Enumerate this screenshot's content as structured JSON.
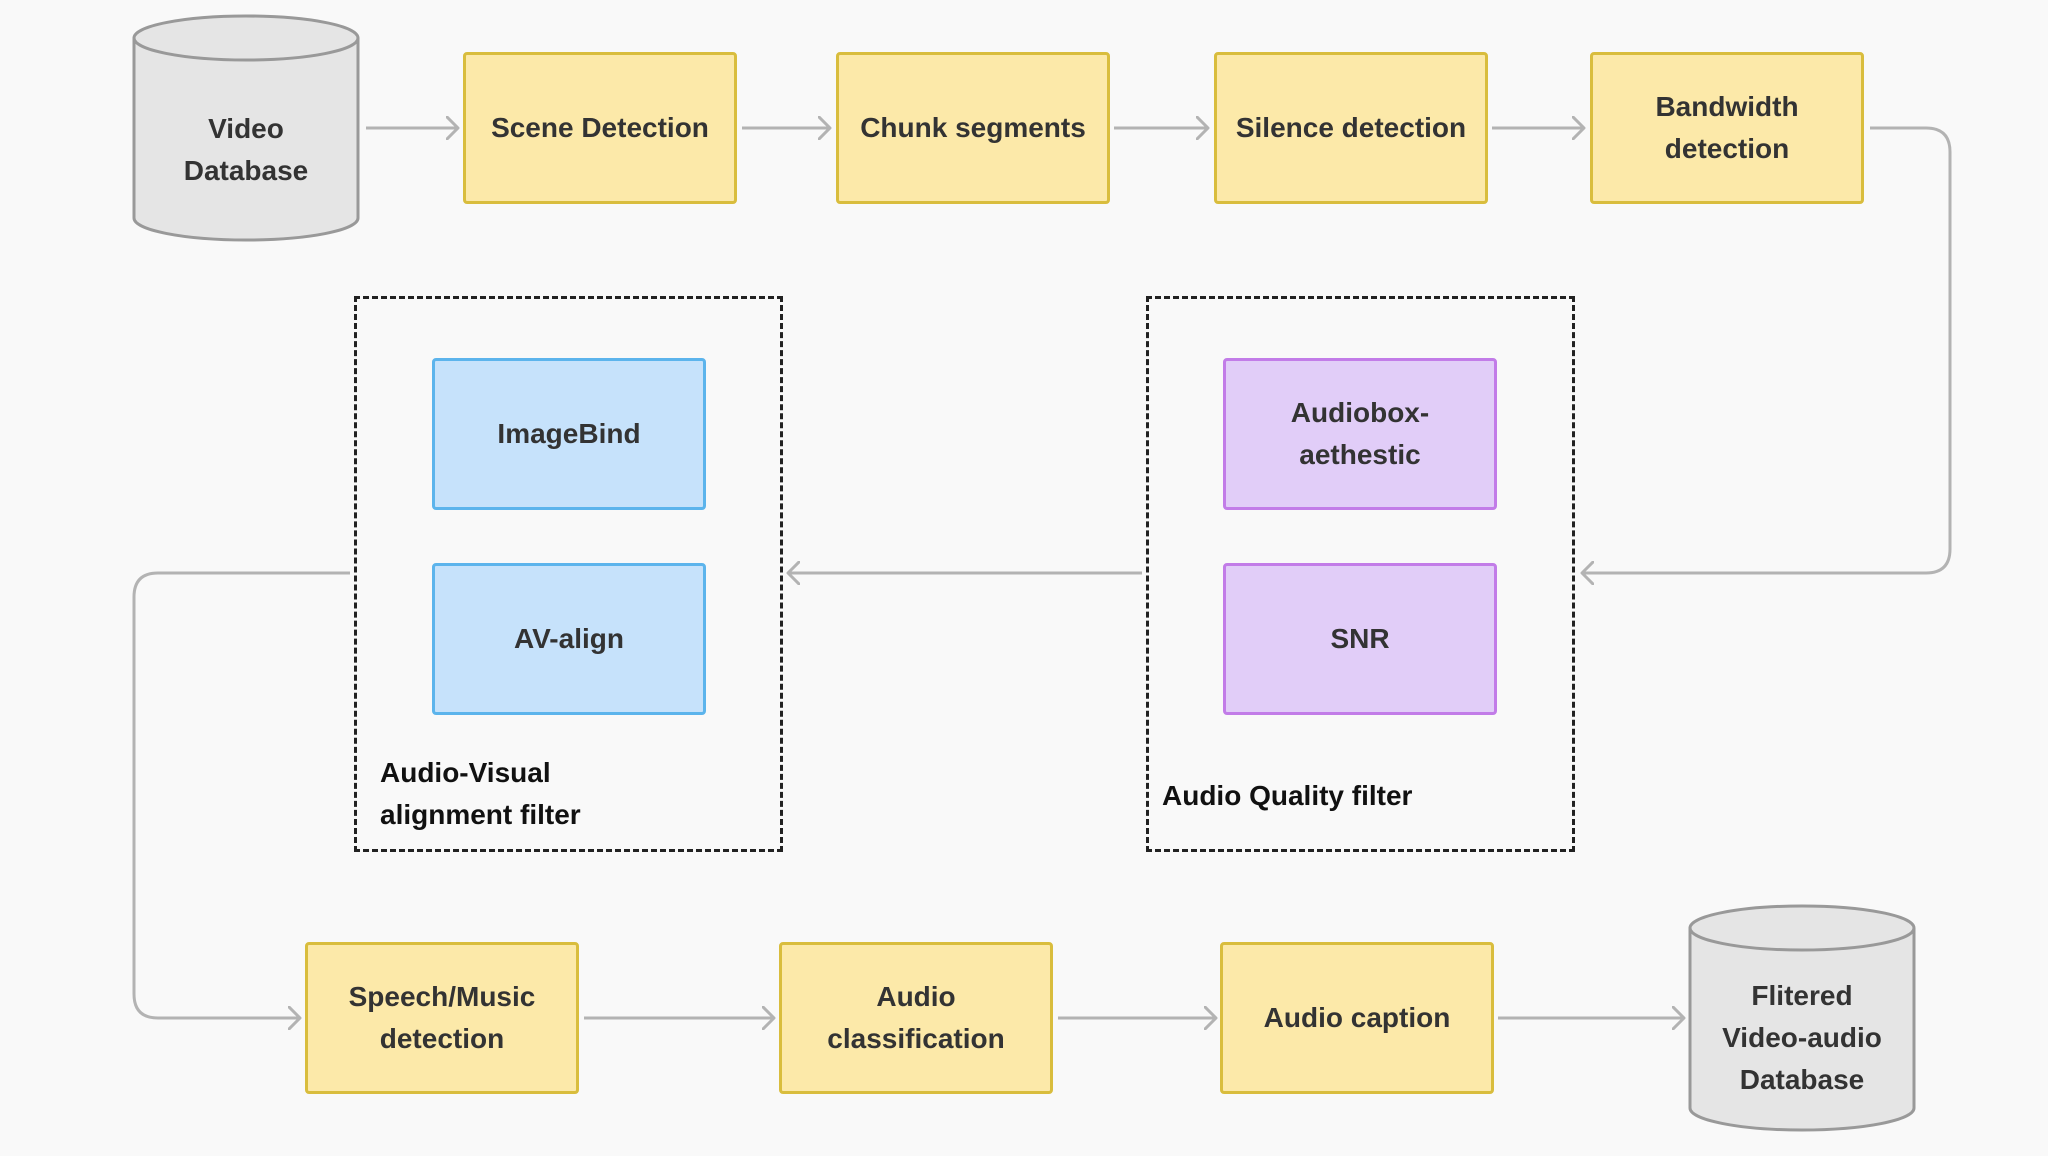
{
  "nodes": {
    "video_db": "Video\nDatabase",
    "scene_detection": "Scene Detection",
    "chunk_segments": "Chunk segments",
    "silence_detection": "Silence detection",
    "bandwidth_detection": "Bandwidth\ndetection",
    "imagebind": "ImageBind",
    "av_align": "AV-align",
    "audiobox_aesthetic": "Audiobox-\naethestic",
    "snr": "SNR",
    "speech_music_detection": "Speech/Music\ndetection",
    "audio_classification": "Audio\nclassification",
    "audio_caption": "Audio caption",
    "filtered_db": "Flitered\nVideo-audio\nDatabase"
  },
  "groups": {
    "av_filter": "Audio-Visual\nalignment filter",
    "aq_filter": "Audio Quality filter"
  },
  "colors": {
    "yellow_fill": "#fce9a9",
    "yellow_border": "#d9bd3d",
    "blue_fill": "#c6e2fb",
    "blue_border": "#5cb4ec",
    "purple_fill": "#e1cdf8",
    "purple_border": "#c27ce8",
    "cylinder_fill": "#e5e5e5",
    "cylinder_border": "#999999",
    "arrow": "#b3b3b3"
  }
}
